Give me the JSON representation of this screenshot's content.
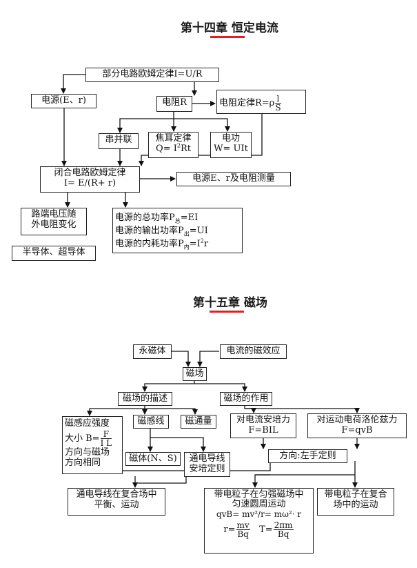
{
  "ch14": {
    "title": "第十四章 恒定电流",
    "ohm_part": "部分电路欧姆定律I=U/R",
    "source_er": "电源(E、r)",
    "resistor": "电阻R",
    "resistivity_pre": "电阻定律R=ρ",
    "resistivity_num": "l",
    "resistivity_den": "S",
    "series_parallel": "串并联",
    "joule_l1": "焦耳定律",
    "joule_l2_a": "Q= I",
    "joule_l2_b": "Rt",
    "power_l1": "电功",
    "power_l2": "W= UIt",
    "ohm_closed_l1": "闭合电路欧姆定律",
    "ohm_closed_l2": "I= E/(R+ r)",
    "measure": "电源E、r及电阻测量",
    "terminal_l1": "路端电压随",
    "terminal_l2": "外电阻变化",
    "src_total_a": "电源的总功率P",
    "src_total_sub": "总",
    "src_total_b": "=EI",
    "src_out_a": "电源的输出功率P",
    "src_out_sub": "出",
    "src_out_b": "=UI",
    "src_in_a": "电源的内耗功率P",
    "src_in_sub": "内",
    "src_in_b": "=I",
    "src_in_c": "r",
    "semi": "半导体、超导体"
  },
  "ch15": {
    "title": "第十五章 磁场",
    "magnet": "永磁体",
    "current_effect": "电流的磁效应",
    "field": "磁场",
    "desc": "磁场的描述",
    "action": "磁场的作用",
    "induction_title": "磁感应强度",
    "induction_size": "大小 B=",
    "induction_num": "F",
    "induction_den": "I L",
    "induction_dir1": "方向与磁场",
    "induction_dir2": "方向相同",
    "field_lines": "磁感线",
    "flux": "磁通量",
    "magnet_ns": "磁体(N、S)",
    "wire_l1": "通电导线",
    "wire_l2": "安培定则",
    "ampere_l1": "对电流安培力",
    "ampere_l2": "F=BIL",
    "lorentz_l1": "对运动电荷洛伦兹力",
    "lorentz_l2": "F=qvB",
    "left_hand": "方向:左手定则",
    "wire_compound_l1": "通电导线在复合场中",
    "wire_compound_l2": "平衡、运动",
    "circ_l1": "带电粒子在匀强磁场中",
    "circ_l2": "匀速圆周运动",
    "circ_l3": "qvB= mv²/r= mω²· r",
    "circ_r": "r=",
    "circ_r_num": "mv",
    "circ_r_den": "Bq",
    "circ_t": "T=",
    "circ_t_num": "2πm",
    "circ_t_den": "Bq",
    "compound_l1": "带电粒子在复合",
    "compound_l2": "场中的运动"
  }
}
